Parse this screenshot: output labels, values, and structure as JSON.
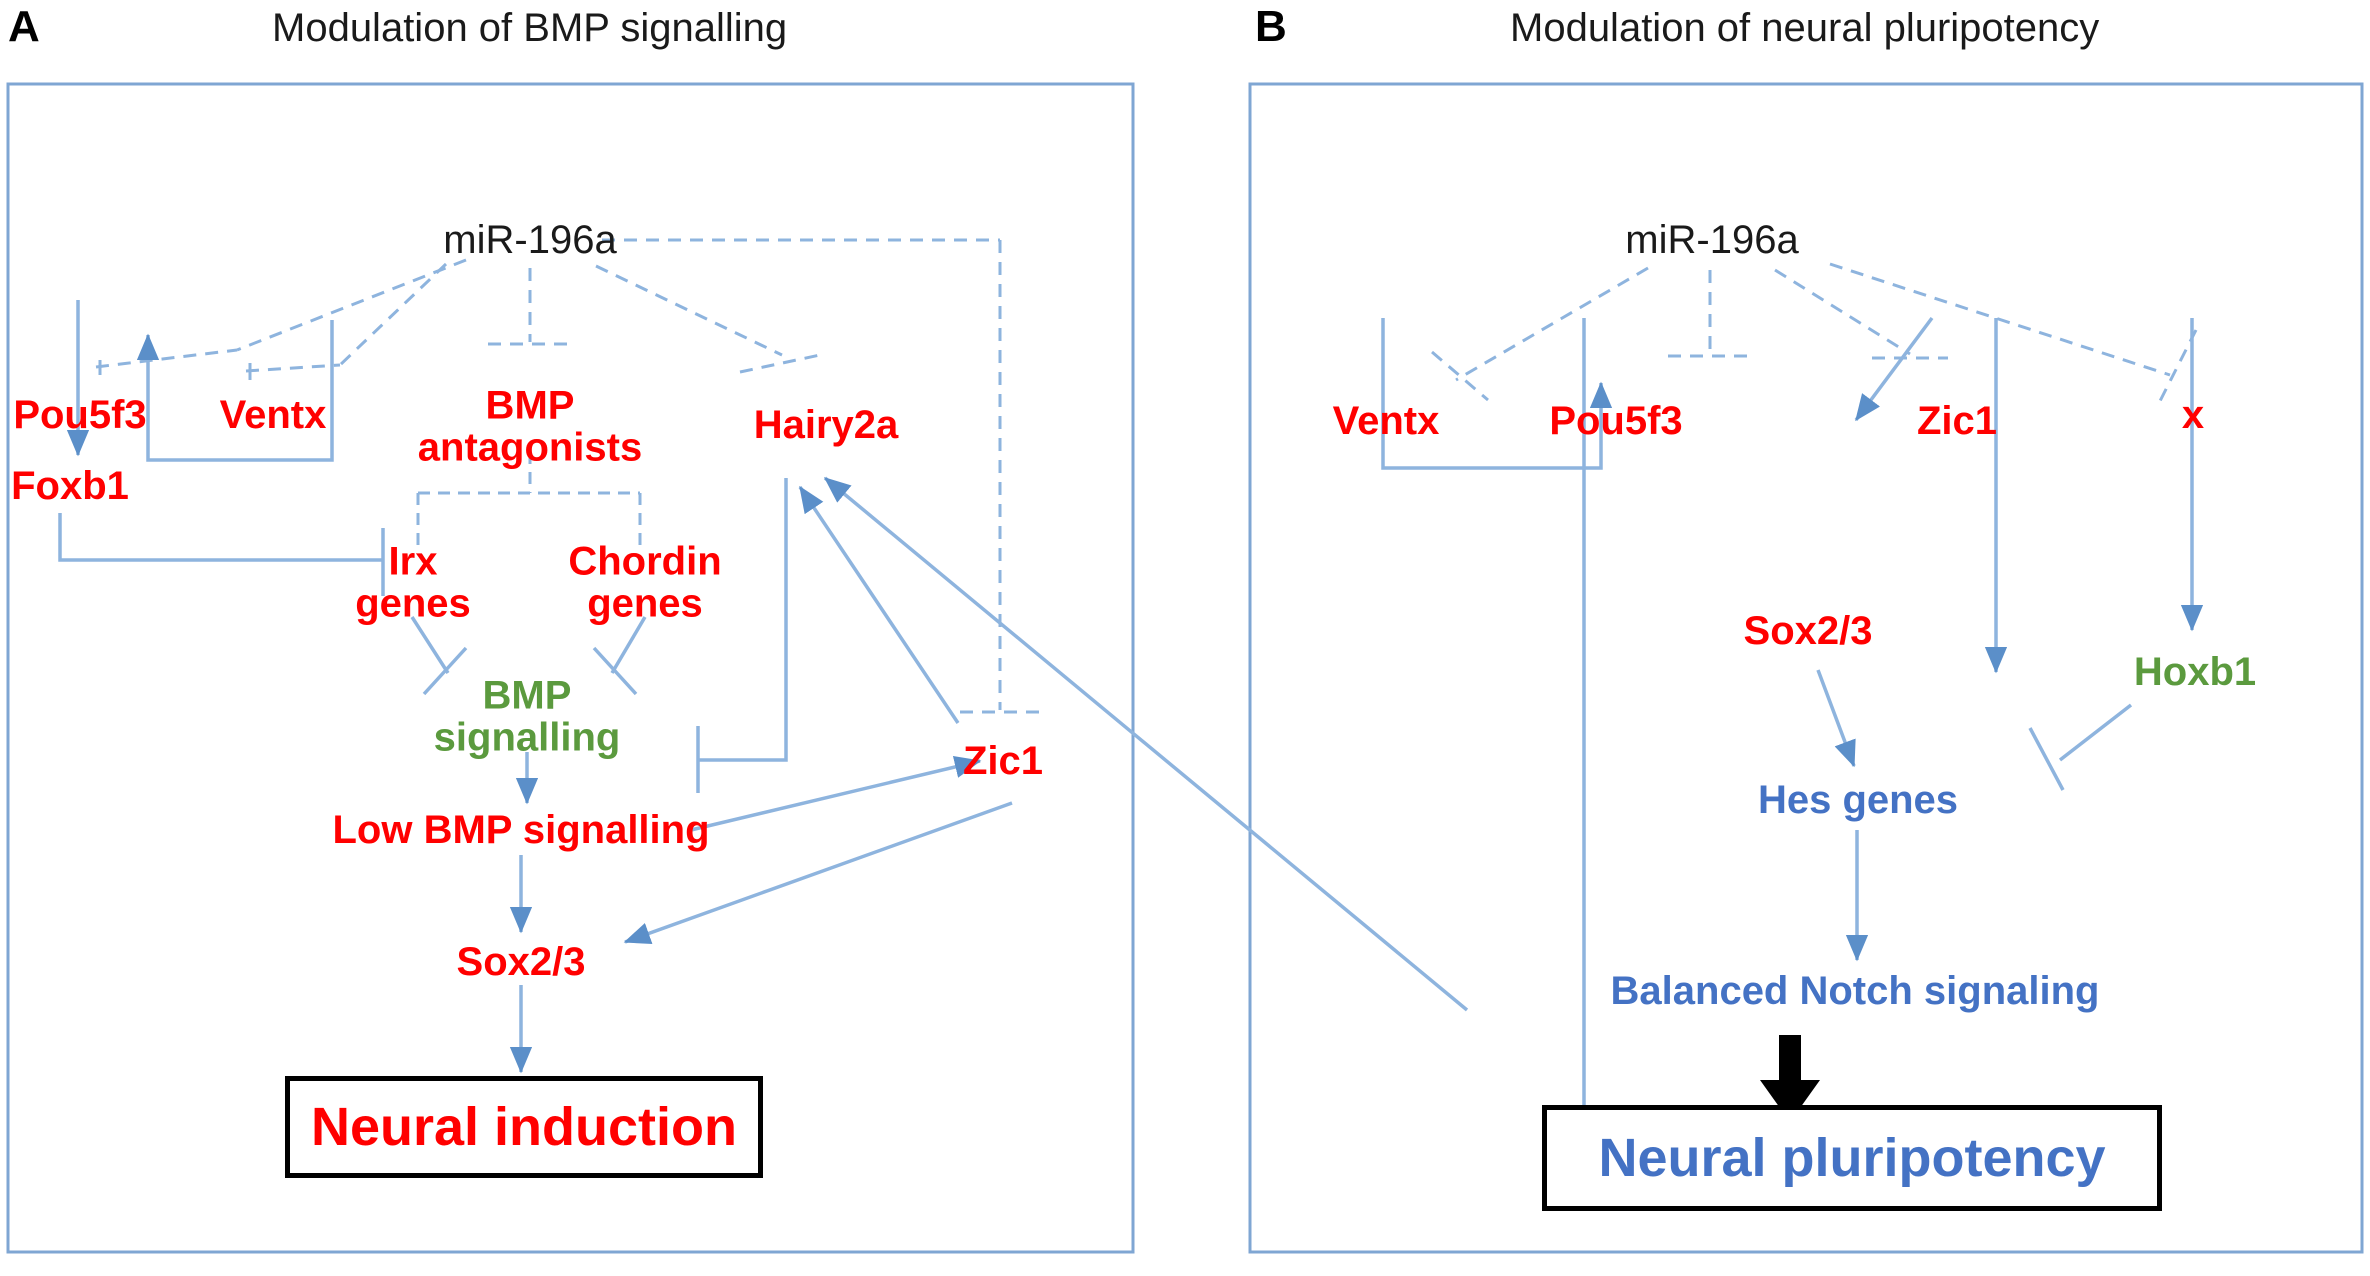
{
  "figure": {
    "panels": [
      {
        "letter": "A",
        "title": "Modulation of BMP signalling",
        "nodes": [
          {
            "id": "a-mir",
            "label": "miR-196a",
            "color": "black"
          },
          {
            "id": "a-pou5f3",
            "label": "Pou5f3",
            "color": "red"
          },
          {
            "id": "a-ventx",
            "label": "Ventx",
            "color": "red"
          },
          {
            "id": "a-bmp-antagonists",
            "label": "BMP\nantagonists",
            "color": "red"
          },
          {
            "id": "a-hairy2a",
            "label": "Hairy2a",
            "color": "red"
          },
          {
            "id": "a-irx",
            "label": "Irx\ngenes",
            "color": "red"
          },
          {
            "id": "a-chordin",
            "label": "Chordin\ngenes",
            "color": "red"
          },
          {
            "id": "a-foxb1",
            "label": "Foxb1",
            "color": "red"
          },
          {
            "id": "a-bmp-signalling",
            "label": "BMP\nsignalling",
            "color": "green"
          },
          {
            "id": "a-zic1",
            "label": "Zic1",
            "color": "red"
          },
          {
            "id": "a-low-bmp",
            "label": "Low BMP signalling",
            "color": "red"
          },
          {
            "id": "a-sox23",
            "label": "Sox2/3",
            "color": "red"
          }
        ],
        "outcome": {
          "label": "Neural induction",
          "color": "red"
        },
        "edges": [
          {
            "from": "a-mir",
            "to": "a-pou5f3",
            "type": "inhibition",
            "style": "dashed"
          },
          {
            "from": "a-mir",
            "to": "a-ventx",
            "type": "inhibition",
            "style": "dashed"
          },
          {
            "from": "a-mir",
            "to": "a-bmp-antagonists",
            "type": "inhibition",
            "style": "dashed"
          },
          {
            "from": "a-mir",
            "to": "a-hairy2a",
            "type": "inhibition",
            "style": "dashed"
          },
          {
            "from": "a-mir",
            "to": "a-zic1",
            "type": "inhibition",
            "style": "dashed"
          },
          {
            "from": "a-bmp-antagonists",
            "to": "a-irx",
            "type": "inhibition",
            "style": "dashed"
          },
          {
            "from": "a-bmp-antagonists",
            "to": "a-chordin",
            "type": "inhibition",
            "style": "dashed"
          },
          {
            "from": "a-pou5f3",
            "to": "a-foxb1",
            "type": "activation",
            "style": "solid"
          },
          {
            "from": "a-ventx",
            "to": "a-pou5f3",
            "type": "activation",
            "style": "solid"
          },
          {
            "from": "a-foxb1",
            "to": "a-bmp-signalling",
            "type": "inhibition",
            "style": "solid"
          },
          {
            "from": "a-irx",
            "to": "a-bmp-signalling",
            "type": "inhibition",
            "style": "solid"
          },
          {
            "from": "a-chordin",
            "to": "a-bmp-signalling",
            "type": "inhibition",
            "style": "solid"
          },
          {
            "from": "a-hairy2a",
            "to": "a-bmp-signalling",
            "type": "inhibition",
            "style": "solid"
          },
          {
            "from": "a-bmp-signalling",
            "to": "a-low-bmp",
            "type": "activation",
            "style": "solid"
          },
          {
            "from": "a-low-bmp",
            "to": "a-sox23",
            "type": "activation",
            "style": "solid"
          },
          {
            "from": "a-low-bmp",
            "to": "a-zic1",
            "type": "activation",
            "style": "solid"
          },
          {
            "from": "a-zic1",
            "to": "a-hairy2a",
            "type": "activation",
            "style": "solid"
          },
          {
            "from": "a-zic1",
            "to": "a-sox23",
            "type": "activation",
            "style": "solid"
          },
          {
            "from": "a-sox23",
            "to": "outcome",
            "type": "activation",
            "style": "solid"
          }
        ]
      },
      {
        "letter": "B",
        "title": "Modulation of neural pluripotency",
        "nodes": [
          {
            "id": "b-mir",
            "label": "miR-196a",
            "color": "black"
          },
          {
            "id": "b-ventx",
            "label": "Ventx",
            "color": "red"
          },
          {
            "id": "b-pou5f3",
            "label": "Pou5f3",
            "color": "red"
          },
          {
            "id": "b-zic1",
            "label": "Zic1",
            "color": "red"
          },
          {
            "id": "b-x",
            "label": "x",
            "color": "red"
          },
          {
            "id": "b-sox23",
            "label": "Sox2/3",
            "color": "red"
          },
          {
            "id": "b-hoxb1",
            "label": "Hoxb1",
            "color": "green"
          },
          {
            "id": "b-hes",
            "label": "Hes genes",
            "color": "blue"
          },
          {
            "id": "b-notch",
            "label": "Balanced Notch signaling",
            "color": "blue"
          }
        ],
        "outcome": {
          "label": "Neural pluripotency",
          "color": "blue"
        },
        "edges": [
          {
            "from": "b-mir",
            "to": "b-ventx",
            "type": "inhibition",
            "style": "dashed"
          },
          {
            "from": "b-mir",
            "to": "b-pou5f3",
            "type": "inhibition",
            "style": "dashed"
          },
          {
            "from": "b-mir",
            "to": "b-zic1",
            "type": "inhibition",
            "style": "dashed"
          },
          {
            "from": "b-mir",
            "to": "b-x",
            "type": "inhibition",
            "style": "dashed"
          },
          {
            "from": "b-ventx",
            "to": "b-pou5f3",
            "type": "activation",
            "style": "solid"
          },
          {
            "from": "b-zic1",
            "to": "b-sox23",
            "type": "activation",
            "style": "solid"
          },
          {
            "from": "b-zic1",
            "to": "b-hes",
            "type": "activation",
            "style": "solid"
          },
          {
            "from": "b-sox23",
            "to": "b-hes",
            "type": "activation",
            "style": "solid"
          },
          {
            "from": "b-x",
            "to": "b-hoxb1",
            "type": "activation",
            "style": "solid"
          },
          {
            "from": "b-hoxb1",
            "to": "b-hes",
            "type": "inhibition",
            "style": "solid"
          },
          {
            "from": "b-hes",
            "to": "b-notch",
            "type": "activation",
            "style": "solid"
          },
          {
            "from": "b-notch",
            "to": "outcome",
            "type": "activation-bold",
            "style": "solid"
          },
          {
            "from": "b-pou5f3",
            "to": "outcome",
            "type": "activation",
            "style": "solid"
          },
          {
            "from": "b-notch",
            "to": "a-hairy2a",
            "type": "activation",
            "style": "solid"
          }
        ]
      }
    ],
    "colors": {
      "red": "#FF0000",
      "green": "#5B9A3E",
      "blue": "#4472C4",
      "connector": "#8EB4DE",
      "connector_dark": "#5B8FC9",
      "panel_border": "#7FA6D3",
      "black": "#000000"
    }
  }
}
